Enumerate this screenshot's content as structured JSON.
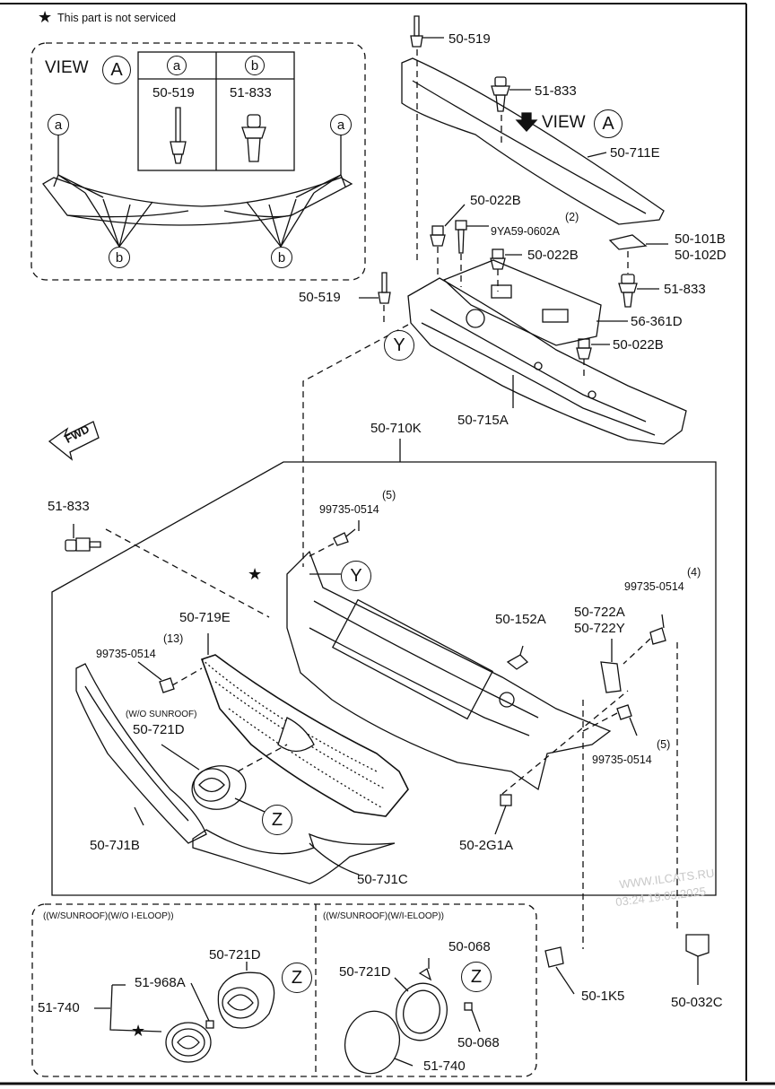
{
  "note": {
    "star": "★",
    "text": "This part is not serviced"
  },
  "view_a": {
    "title": "VIEW",
    "letter": "A",
    "col_a": {
      "letter": "a",
      "part": "50-519"
    },
    "col_b": {
      "letter": "b",
      "part": "51-833"
    }
  },
  "callouts": {
    "a": "a",
    "b": "b",
    "Y": "Y",
    "Z": "Z",
    "A": "A",
    "view": "VIEW"
  },
  "fwd": "FWD",
  "parts": {
    "p50_519_top": "50-519",
    "p51_833_top": "51-833",
    "p50_711E": "50-711E",
    "p50_022B_1": "50-022B",
    "p9YA59": "9YA59-0602A",
    "q2": "(2)",
    "p50_022B_2": "50-022B",
    "p50_101B": "50-101B",
    "p50_102D": "50-102D",
    "p50_519_mid": "50-519",
    "p51_833_mid": "51-833",
    "p56_361D": "56-361D",
    "p50_022B_3": "50-022B",
    "p50_715A": "50-715A",
    "p50_710K": "50-710K",
    "p51_833_left": "51-833",
    "q5a": "(5)",
    "p99735_a": "99735-0514",
    "q4": "(4)",
    "p99735_b": "99735-0514",
    "p50_722A": "50-722A",
    "p50_722Y": "50-722Y",
    "p50_152A": "50-152A",
    "p50_719E": "50-719E",
    "q13": "(13)",
    "p99735_c": "99735-0514",
    "wo_sunroof": "(W/O SUNROOF)",
    "p50_721D": "50-721D",
    "q5b": "(5)",
    "p99735_d": "99735-0514",
    "p50_7J1B": "50-7J1B",
    "p50_2G1A": "50-2G1A",
    "p50_7J1C": "50-7J1C",
    "p50_1K5": "50-1K5",
    "p50_032C": "50-032C"
  },
  "box1": {
    "header": "((W/SUNROOF)(W/O I-ELOOP))",
    "p50_721D": "50-721D",
    "p51_968A": "51-968A",
    "p51_740": "51-740"
  },
  "box2": {
    "header": "((W/SUNROOF)(W/I-ELOOP))",
    "p50_068_a": "50-068",
    "p50_721D": "50-721D",
    "p50_068_b": "50-068",
    "p51_740": "51-740"
  },
  "watermark": {
    "site": "WWW.ILCATS.RU",
    "stamp": "03:24 19.05.2025"
  }
}
